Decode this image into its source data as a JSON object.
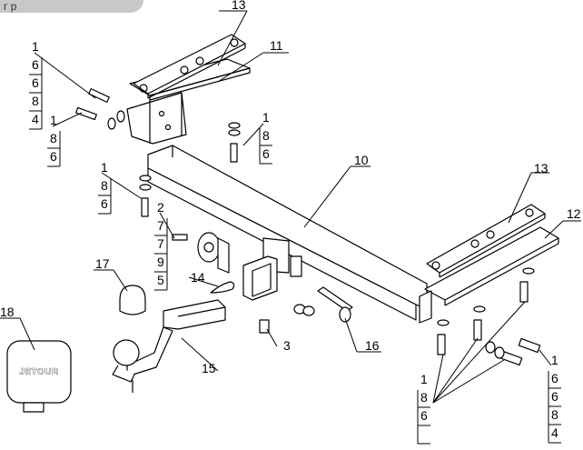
{
  "corner_tab": "г р",
  "callouts": [
    {
      "id": "13",
      "text": "13",
      "pos": "top-left-plate"
    },
    {
      "id": "11",
      "text": "11",
      "pos": "left-bracket"
    },
    {
      "id": "10",
      "text": "10",
      "pos": "crossbar"
    },
    {
      "id": "13b",
      "text": "13",
      "pos": "right-plate"
    },
    {
      "id": "12",
      "text": "12",
      "pos": "right-bracket"
    },
    {
      "id": "17",
      "text": "17",
      "pos": "cap"
    },
    {
      "id": "14",
      "text": "14",
      "pos": "clip"
    },
    {
      "id": "18",
      "text": "18",
      "pos": "plug-cover"
    },
    {
      "id": "16",
      "text": "16",
      "pos": "pin"
    },
    {
      "id": "3",
      "text": "3",
      "pos": "nut"
    },
    {
      "id": "15",
      "text": "15",
      "pos": "ball-mount"
    }
  ],
  "stacks": [
    {
      "id": "stack-a",
      "values": [
        "1",
        "6",
        "6",
        "8",
        "4"
      ]
    },
    {
      "id": "stack-b",
      "values": [
        "1",
        "8",
        "6"
      ]
    },
    {
      "id": "stack-c",
      "values": [
        "1",
        "8",
        "6"
      ]
    },
    {
      "id": "stack-d",
      "values": [
        "1",
        "8",
        "6"
      ]
    },
    {
      "id": "stack-e",
      "values": [
        "2",
        "7",
        "7",
        "9",
        "5"
      ]
    },
    {
      "id": "stack-f",
      "values": [
        "1",
        "8",
        "6"
      ]
    },
    {
      "id": "stack-g",
      "values": [
        "1",
        "6",
        "6",
        "8",
        "4"
      ]
    }
  ]
}
